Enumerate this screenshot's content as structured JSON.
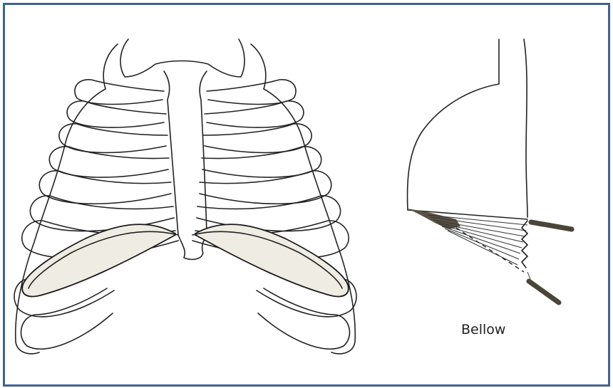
{
  "diagram": {
    "caption": "Bellow",
    "icons": {
      "rib_cage": "rib-cage-illustration",
      "bellow": "bellows-illustration"
    },
    "colors": {
      "frame_border": "#3f6294",
      "line": "#222222",
      "shade": "#eeece3",
      "handle": "#4a4538"
    }
  }
}
